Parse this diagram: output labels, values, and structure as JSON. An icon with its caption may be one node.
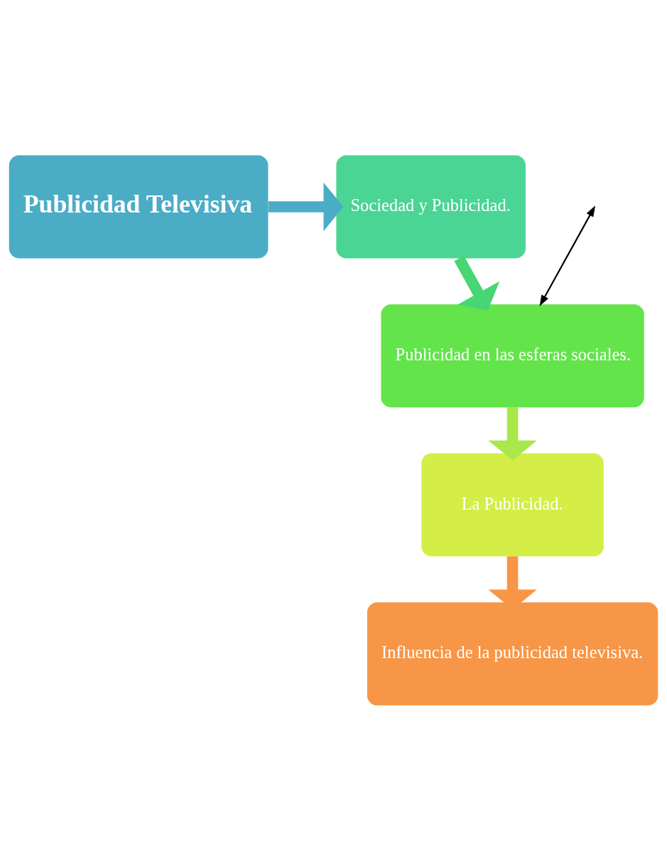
{
  "diagram": {
    "nodes": [
      {
        "text": [
          "Publicidad Televisiva"
        ]
      },
      {
        "text": [
          "Sociedad y Publicidad."
        ]
      },
      {
        "text": [
          "Publicidad en las esferas sociales."
        ]
      },
      {
        "text": [
          "La Publicidad."
        ]
      },
      {
        "text": [
          "Influencia de la publicidad televisiva."
        ]
      }
    ],
    "edges": [
      {
        "from": 0,
        "to": 1,
        "arrow": "to",
        "color": "#4bacc6"
      },
      {
        "from": 1,
        "to": 2,
        "arrow": "to",
        "color": "#47d673"
      },
      {
        "from": 2,
        "to": 3,
        "arrow": "to",
        "color": "#a9e84a"
      },
      {
        "from": 3,
        "to": 4,
        "arrow": "to",
        "color": "#f79646"
      },
      {
        "from": null,
        "to": 2,
        "arrow": "both",
        "color": "#000000"
      }
    ]
  }
}
